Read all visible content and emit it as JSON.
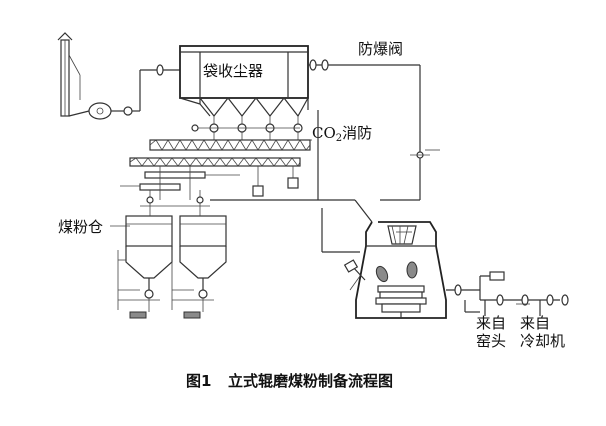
{
  "labels": {
    "bag_filter": "袋收尘器",
    "explosion_valve": "防爆阀",
    "co2_prefix": "CO",
    "co2_sub": "2",
    "co2_suffix": "消防",
    "coal_bin": "煤粉仓",
    "from_kiln_line1": "来自",
    "from_kiln_line2": "窑头",
    "from_cooler_line1": "来自",
    "from_cooler_line2": "冷却机"
  },
  "caption": {
    "number": "图1",
    "title": "立式辊磨煤粉制备流程图"
  }
}
